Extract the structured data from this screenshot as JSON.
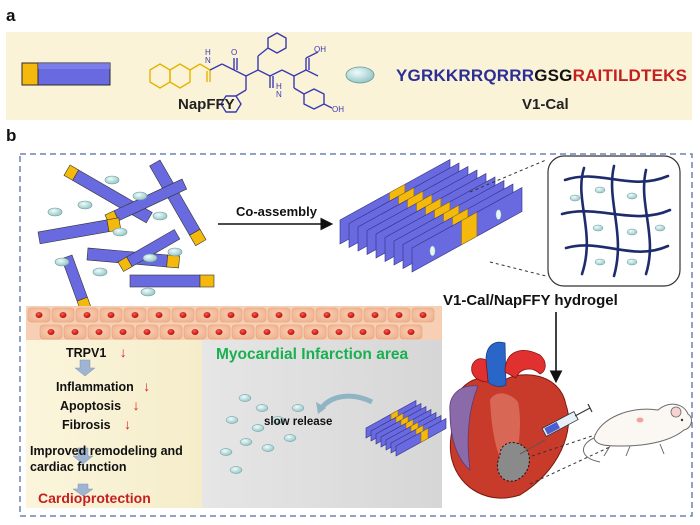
{
  "panel_a": {
    "letter": "a",
    "molecule_label": "NapFFY",
    "peptide_label": "V1-Cal",
    "sequence": {
      "part1": "YGRKKRRQRRR",
      "part2": "GSG",
      "part3": "RAITILDTEKS"
    },
    "chem_groups": {
      "hn1": "H",
      "hn1b": "N",
      "hn2": "H",
      "hn2b": "N",
      "oh_acid": "OH",
      "oh_phenol": "OH",
      "o": "O"
    }
  },
  "panel_b": {
    "letter": "b",
    "coassembly_label": "Co-assembly",
    "hydrogel_label": "V1-Cal/NapFFY hydrogel",
    "infarct_title": "Myocardial Infarction area",
    "slow_release_label": "slow release",
    "steps": [
      "TRPV1",
      "Inflammation",
      "Apoptosis",
      "Fibrosis"
    ],
    "outcome_line1": "Improved remodeling and",
    "outcome_line2": "cardiac function",
    "final": "Cardioprotection"
  },
  "colors": {
    "panel_a_bg": "#faf3d8",
    "peptide_blue": "#2b2f95",
    "peptide_red": "#c42020",
    "infarct_green": "#18b050",
    "cardio_red": "#c42020",
    "rod_purple": "#6a6ae0",
    "rod_yellow": "#f4b90c",
    "drug_cyan": "#b8dcdc",
    "mesh_navy": "#1e2c6e"
  }
}
